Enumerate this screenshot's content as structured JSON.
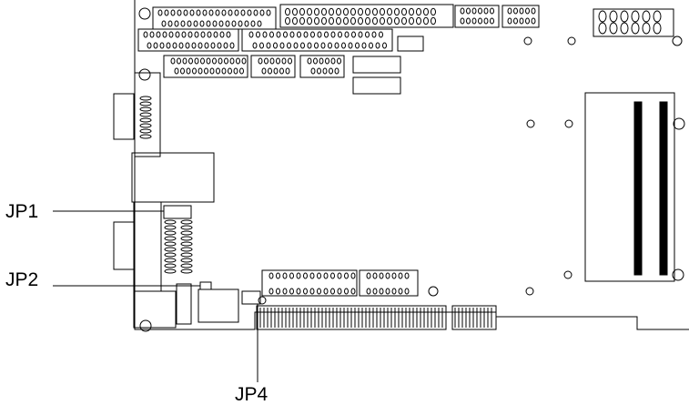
{
  "callouts": {
    "jp1": "JP1",
    "jp2": "JP2",
    "jp4": "JP4"
  },
  "colors": {
    "line": "#000000",
    "background": "#ffffff"
  }
}
